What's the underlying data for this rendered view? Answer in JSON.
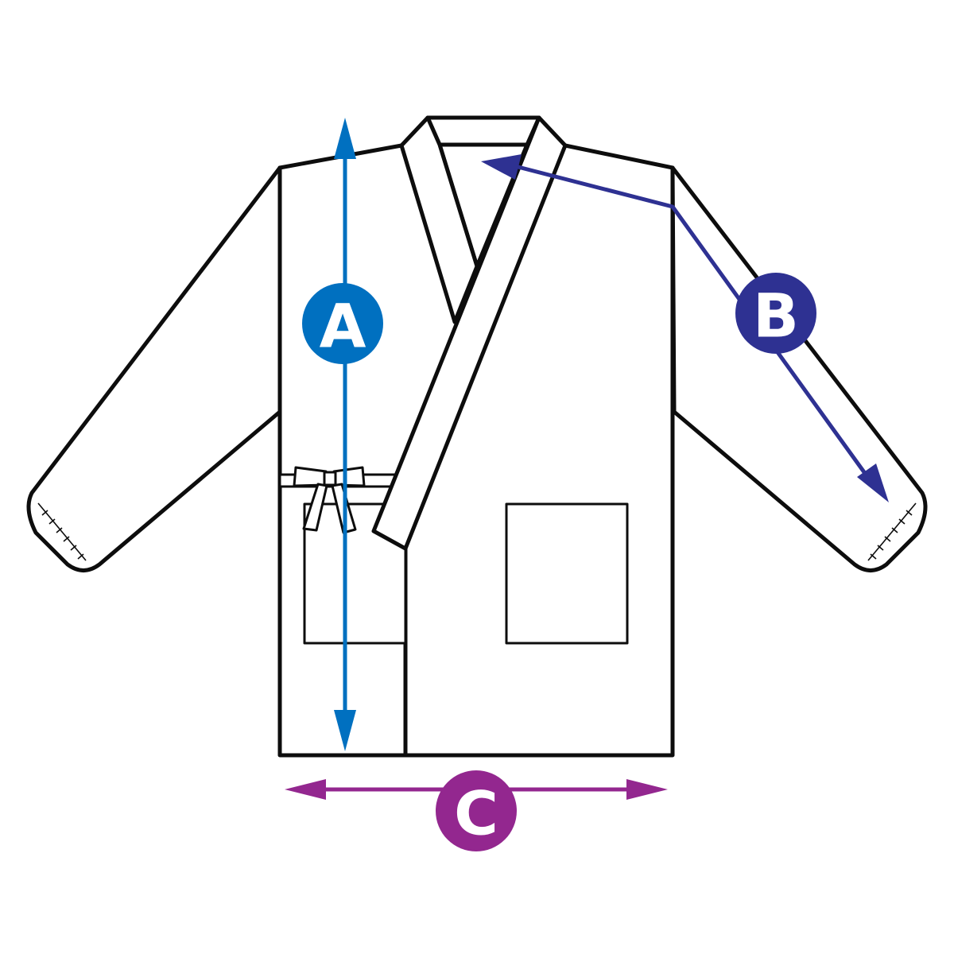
{
  "labels": {
    "a": "A",
    "b": "B",
    "c": "C"
  },
  "colors": {
    "a": "#0070c0",
    "b": "#2e3192",
    "c": "#93278f",
    "outline": "#0d0d0d"
  }
}
